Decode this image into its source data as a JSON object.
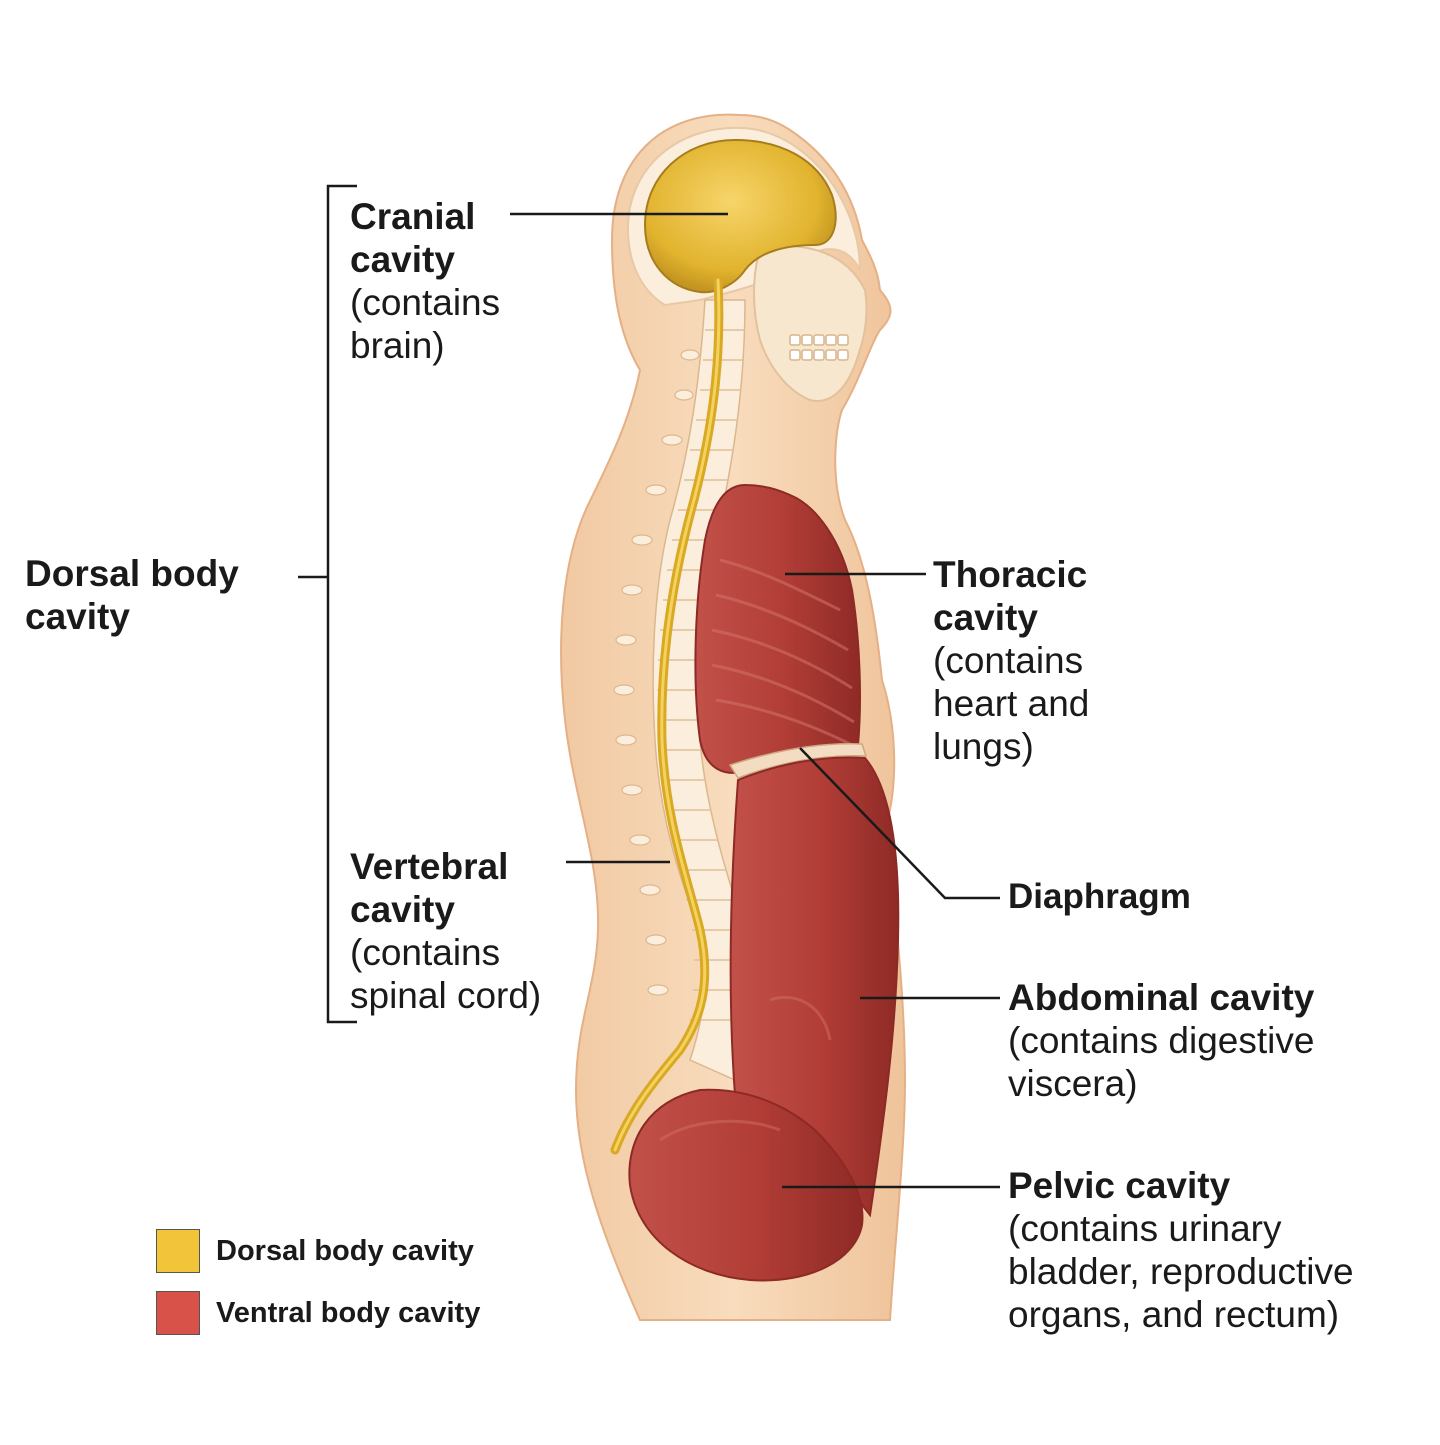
{
  "labels": {
    "dorsal": [
      "Dorsal body",
      "cavity"
    ],
    "cranial": {
      "title": [
        "Cranial",
        "cavity"
      ],
      "note": [
        "(contains",
        "brain)"
      ]
    },
    "vertebral": {
      "title": [
        "Vertebral",
        "cavity"
      ],
      "note": [
        "(contains",
        "spinal cord)"
      ]
    },
    "thoracic": {
      "title": [
        "Thoracic",
        "cavity"
      ],
      "note": [
        "(contains",
        "heart and",
        "lungs)"
      ]
    },
    "diaphragm": "Diaphragm",
    "abdominal": {
      "title": [
        "Abdominal cavity"
      ],
      "note": [
        "(contains digestive",
        "viscera)"
      ]
    },
    "pelvic": {
      "title": [
        "Pelvic cavity"
      ],
      "note": [
        "(contains urinary",
        "bladder, reproductive",
        "organs, and rectum)"
      ]
    }
  },
  "legend": [
    {
      "label": "Dorsal body cavity",
      "color": "#f2c43a"
    },
    {
      "label": "Ventral body cavity",
      "color": "#d9524a"
    }
  ],
  "colors": {
    "skin": "#f6d6b4",
    "skin_edge": "#e9b98d",
    "bone": "#fbeedd",
    "dorsal_cavity": "#eec23c",
    "ventral_cavity": "#b8423b",
    "leader_line": "#1a1a1a"
  }
}
